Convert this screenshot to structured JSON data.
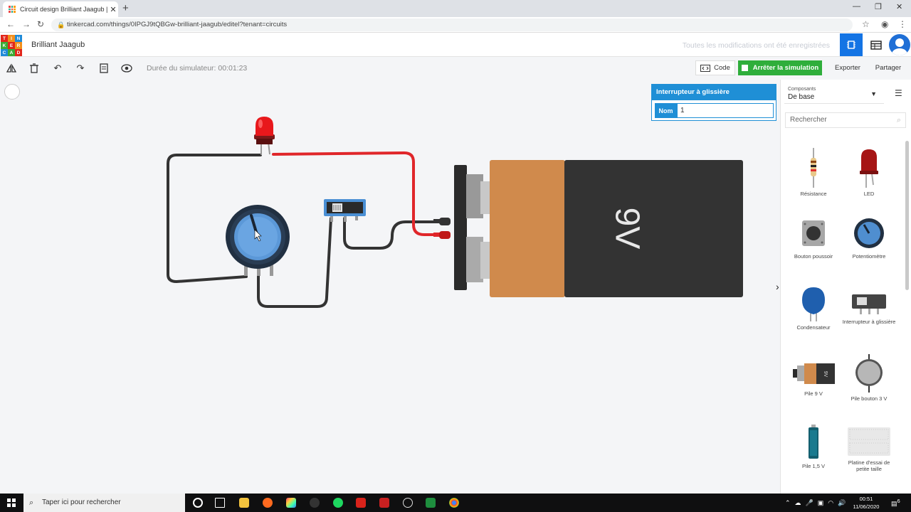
{
  "browser": {
    "tab_title": "Circuit design Brilliant Jaagub | Ti",
    "url": "tinkercad.com/things/0IPGJ9tQBGw-brilliant-jaagub/editel?tenant=circuits"
  },
  "logo_letters": [
    "TIN",
    "KER",
    "CAD"
  ],
  "header": {
    "project_name": "Brilliant Jaagub",
    "save_status": "Toutes les modifications ont été enregistrées"
  },
  "toolbar": {
    "sim_time": "Durée du simulateur: 00:01:23",
    "code_label": "Code",
    "sim_label": "Arrêter la simulation",
    "export_label": "Exporter",
    "share_label": "Partager"
  },
  "canvas": {
    "battery_label": "9V"
  },
  "inspector": {
    "title": "Interrupteur à glissière",
    "name_label": "Nom",
    "name_value": "1"
  },
  "panel": {
    "components_label": "Composants",
    "components_value": "De base",
    "search_placeholder": "Rechercher",
    "items": [
      {
        "label": "Résistance"
      },
      {
        "label": "LED"
      },
      {
        "label": "Bouton poussoir"
      },
      {
        "label": "Potentiomètre"
      },
      {
        "label": "Condensateur"
      },
      {
        "label": "Interrupteur à glissière"
      },
      {
        "label": "Pile 9 V"
      },
      {
        "label": "Pile bouton 3 V"
      },
      {
        "label": "Pile 1,5 V"
      },
      {
        "label": "Platine d'essai de petite taille"
      }
    ],
    "mini_battery_label": "9V"
  },
  "taskbar": {
    "search_placeholder": "Taper ici pour rechercher",
    "time": "00:51",
    "date": "11/06/2020",
    "notification_count": "6"
  },
  "colors": {
    "accent": "#1474e4",
    "sim_green": "#2fae3b",
    "inspector_blue": "#1f8fd6",
    "wire_red": "#e0262a",
    "wire_black": "#333333",
    "battery_orange": "#d08a4c",
    "battery_body": "#333333"
  }
}
